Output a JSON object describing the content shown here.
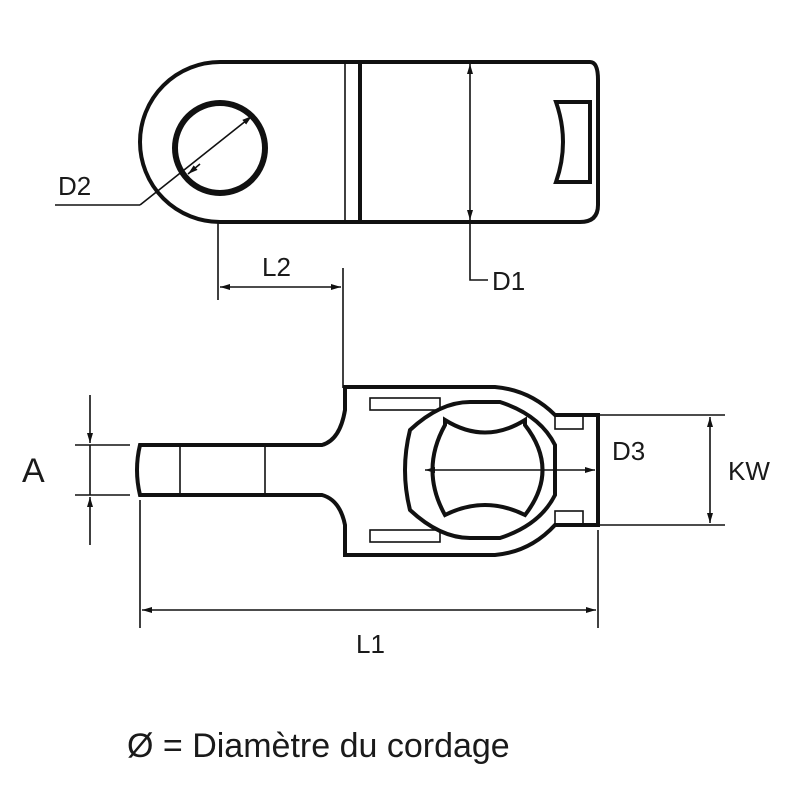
{
  "labels": {
    "d1": "D1",
    "d2": "D2",
    "d3": "D3",
    "l1": "L1",
    "l2": "L2",
    "a": "A",
    "kw": "KW"
  },
  "caption": "Ø = Diamètre du cordage",
  "colors": {
    "line": "#111111",
    "background": "#ffffff"
  }
}
